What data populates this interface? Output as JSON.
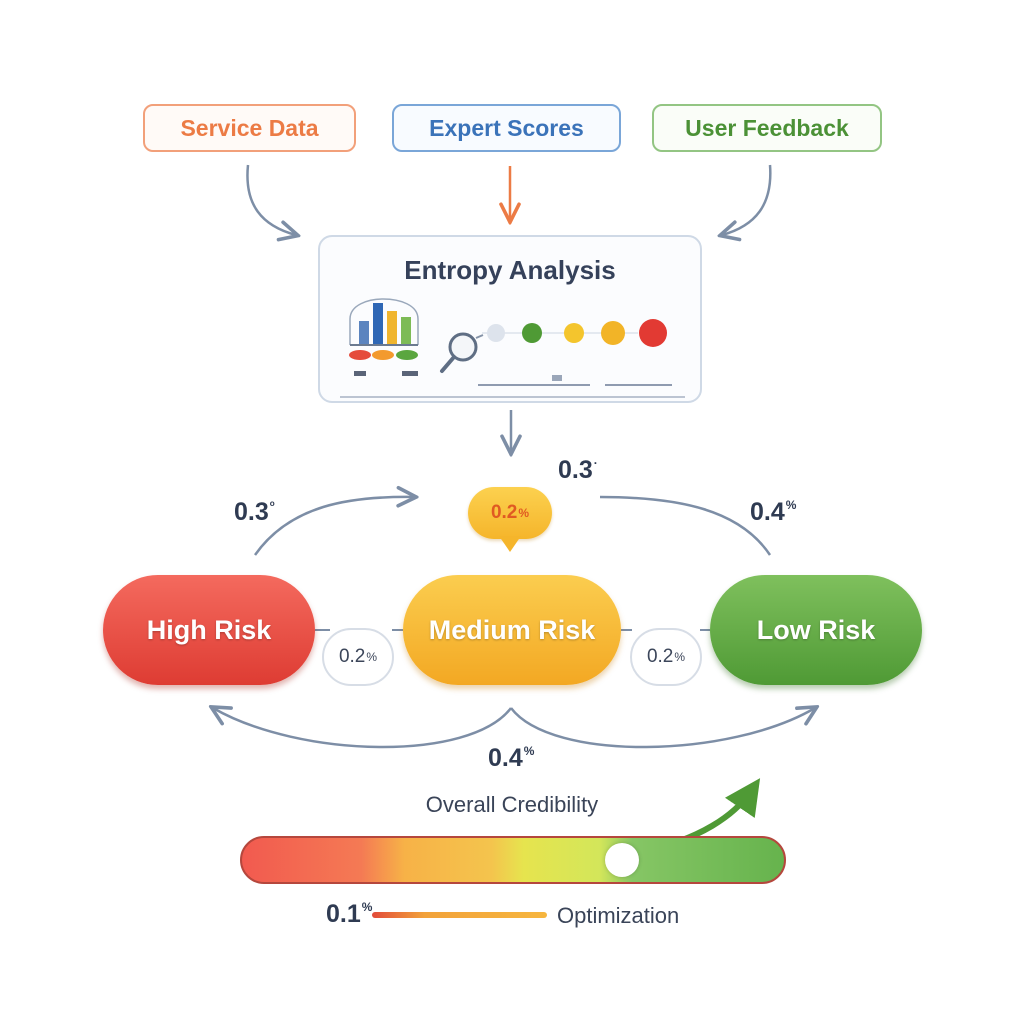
{
  "sources": {
    "service_data": "Service Data",
    "expert_scores": "Expert Scores",
    "user_feedback": "User Feedback"
  },
  "analysis": {
    "title": "Entropy Analysis",
    "indicator_colors": [
      "#dde3ec",
      "#4f9a35",
      "#f4c52d",
      "#f2b427",
      "#e23a33"
    ]
  },
  "weights": {
    "top_center": "0.3",
    "left": "0.3",
    "right": "0.4",
    "bubble": "0.2",
    "between_high_medium": "0.2",
    "between_medium_low": "0.2",
    "bottom": "0.4"
  },
  "risks": {
    "high": "High Risk",
    "medium": "Medium Risk",
    "low": "Low Risk"
  },
  "credibility": {
    "label": "Overall Credibility",
    "level": 0.7
  },
  "optimization": {
    "value": "0.1",
    "label": "Optimization"
  },
  "colors": {
    "arrow": "#7d8ea6",
    "high": "#e4453b",
    "medium": "#f5b630",
    "low": "#5aa63f",
    "accent_orange": "#ec7b45"
  }
}
